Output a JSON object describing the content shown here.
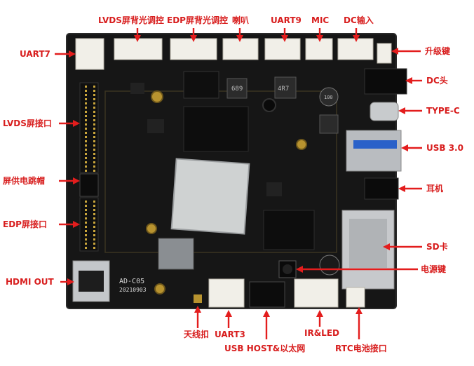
{
  "labels": {
    "uart7": "UART7",
    "lvds_backlight": "LVDS屏背光调控",
    "edp_backlight": "EDP屏背光调控",
    "speaker": "喇叭",
    "uart9": "UART9",
    "mic": "MIC",
    "dc_input": "DC输入",
    "upgrade_key": "升级键",
    "dc_jack": "DC头",
    "type_c": "TYPE-C",
    "usb3": "USB 3.0",
    "earphone": "耳机",
    "lvds_port": "LVDS屏接口",
    "screen_power_jumper": "屏供电跳帽",
    "edp_port": "EDP屏接口",
    "hdmi_out": "HDMI OUT",
    "sd_card": "SD卡",
    "power_key": "电源键",
    "antenna": "天线扣",
    "uart3": "UART3",
    "usb_host_eth": "USB HOST&以太网",
    "ir_led": "IR&LED",
    "rtc_battery": "RTC电池接口"
  },
  "board": {
    "silkscreen_model": "AD-C05",
    "silkscreen_date": "20210903",
    "chip_marking_1": "689",
    "chip_marking_2": "4R7",
    "capacitor_marking": "100"
  },
  "colors": {
    "accent_red": "#d81e1e",
    "pcb_black": "#161616",
    "soc_silver": "#cfd2d2",
    "connector_white": "#f1efe8"
  }
}
